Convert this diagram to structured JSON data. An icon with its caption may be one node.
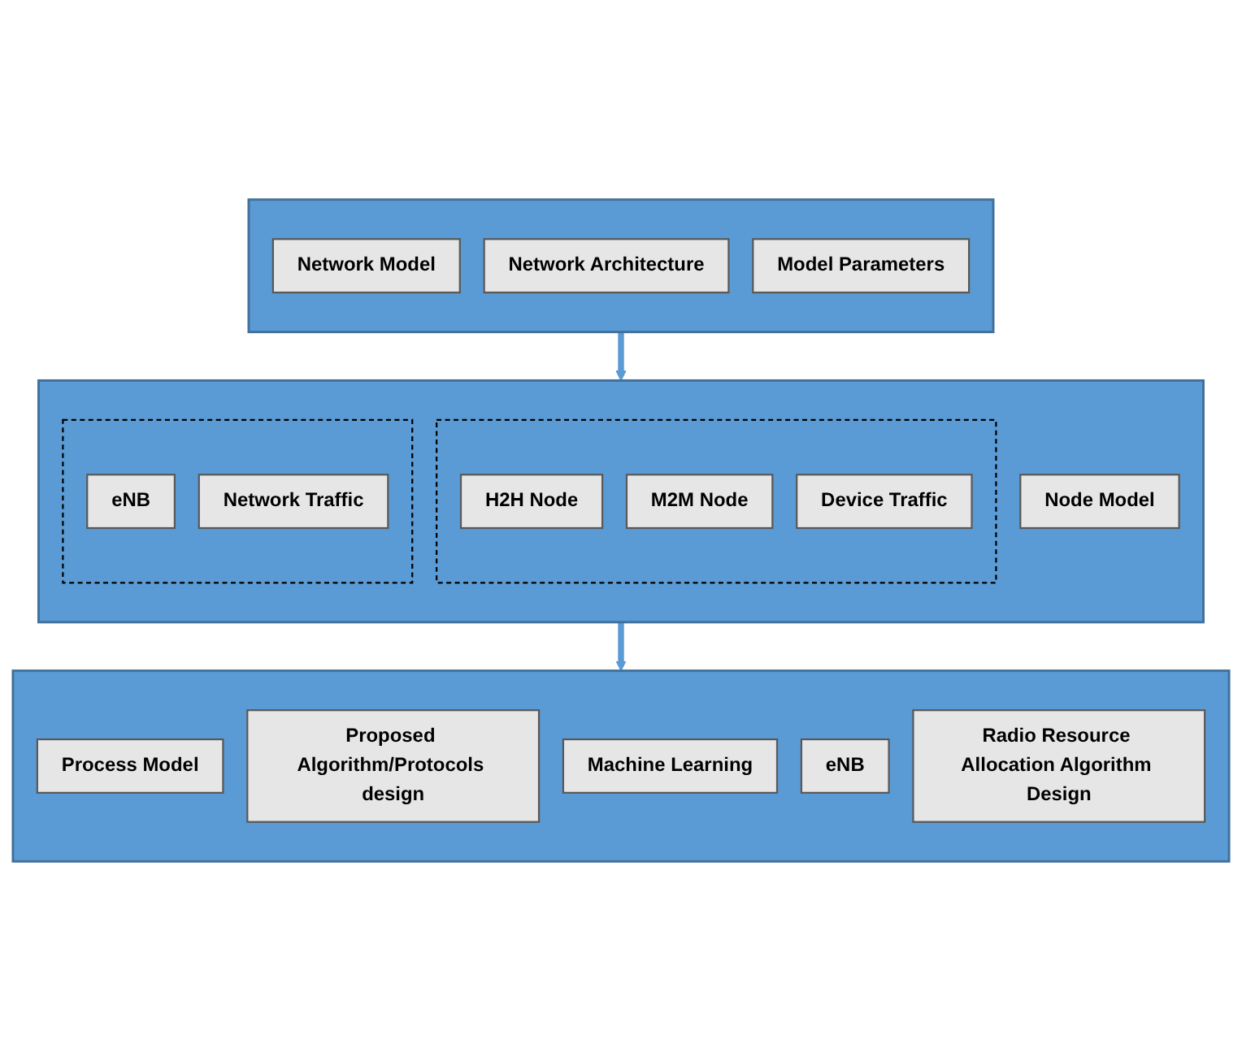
{
  "diagram": {
    "nodes": [
      {
        "text": [],
        "shape": "box"
      },
      {
        "text": [
          "Network Model"
        ],
        "in": 0
      },
      {
        "text": [
          "Network Architecture"
        ],
        "in": 0
      },
      {
        "text": [
          "Model Parameters"
        ],
        "in": 0
      },
      {
        "text": [],
        "shape": "box"
      },
      {
        "text": [
          "Node Model"
        ],
        "in": 4
      },
      {
        "text": [],
        "shape": "box",
        "in": 4
      },
      {
        "text": [
          "H2H Node"
        ],
        "in": 6
      },
      {
        "text": [
          "M2M Node"
        ],
        "in": 6
      },
      {
        "text": [
          "Device Traffic"
        ],
        "in": 6
      },
      {
        "text": [],
        "shape": "box",
        "in": 4
      },
      {
        "text": [
          "eNB"
        ],
        "in": 10
      },
      {
        "text": [
          "Network Traffic"
        ],
        "in": 10
      },
      {
        "text": [],
        "shape": "box"
      },
      {
        "text": [
          "Process Model"
        ],
        "in": 13
      },
      {
        "text": [
          "Proposed Algorithm/Protocols design"
        ],
        "in": 13
      },
      {
        "text": [
          "Machine Learning"
        ],
        "in": 13
      },
      {
        "text": [
          "eNB"
        ],
        "in": 13
      },
      {
        "text": [
          "Radio Resource Allocation Algorithm Design"
        ],
        "in": 13
      }
    ],
    "edges": [
      {
        "from": 0,
        "to": 4,
        "arrow": "to"
      },
      {
        "from": 4,
        "to": 13,
        "arrow": "to"
      }
    ]
  }
}
